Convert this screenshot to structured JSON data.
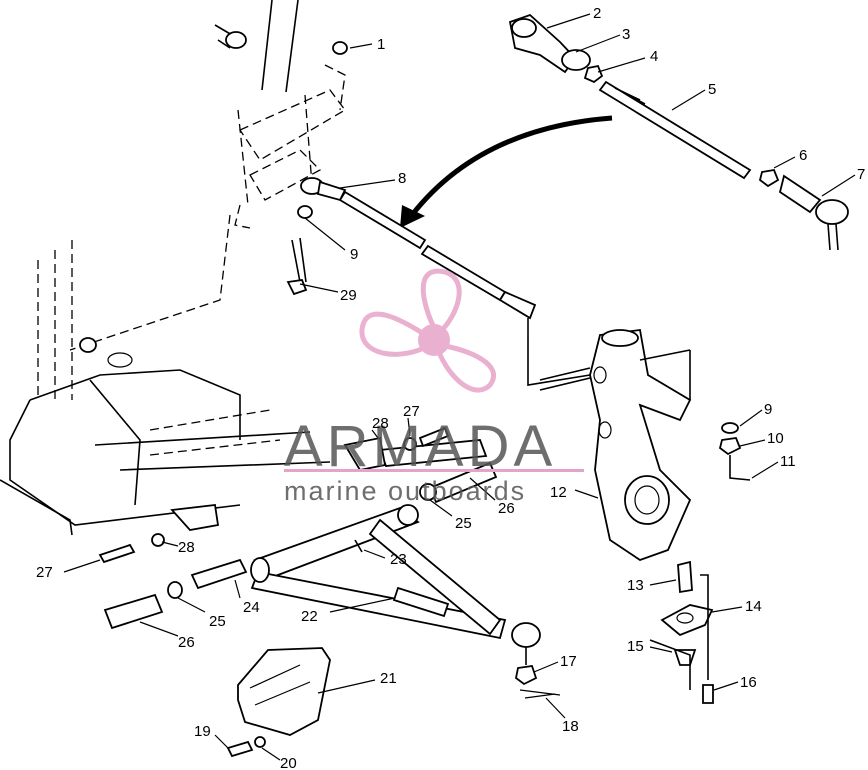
{
  "watermark": {
    "title": "ARMADA",
    "subtitle": "marine outboards",
    "title_color": "#555555",
    "accent_color": "#e6a3c8",
    "logo_icon": "propeller-icon"
  },
  "callouts": {
    "c1": "1",
    "c2": "2",
    "c3": "3",
    "c4": "4",
    "c5": "5",
    "c6": "6",
    "c7": "7",
    "c8": "8",
    "c9a": "9",
    "c9b": "9",
    "c10": "10",
    "c11": "11",
    "c12": "12",
    "c13": "13",
    "c14": "14",
    "c15": "15",
    "c16": "16",
    "c17": "17",
    "c18": "18",
    "c19": "19",
    "c20": "20",
    "c21": "21",
    "c22": "22",
    "c23": "23",
    "c24": "24",
    "c25a": "25",
    "c25b": "25",
    "c26a": "26",
    "c26b": "26",
    "c27a": "27",
    "c27b": "27",
    "c28a": "28",
    "c28b": "28",
    "c29": "29"
  }
}
